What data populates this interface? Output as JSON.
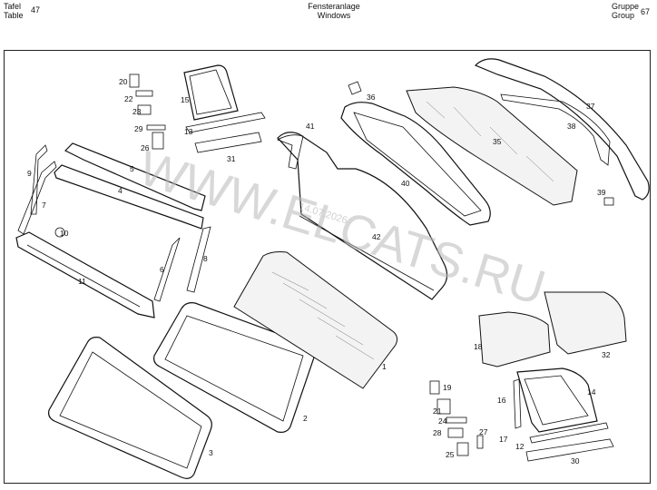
{
  "header": {
    "left_line1": "Tafel",
    "left_line2": "Table",
    "table_number": "47",
    "title_de": "Fensteranlage",
    "title_en": "Windows",
    "right_line1": "Gruppe",
    "right_line2": "Group",
    "group_number": "67"
  },
  "watermark": {
    "text": "WWW.ELCATS.RU",
    "date": "14.07.2026"
  },
  "parts": {
    "p1": "1",
    "p2": "2",
    "p3": "3",
    "p4": "4",
    "p5": "5",
    "p6": "6",
    "p7": "7",
    "p8": "8",
    "p9": "9",
    "p10": "10",
    "p11": "11",
    "p12": "12",
    "p13": "13",
    "p14": "14",
    "p15": "15",
    "p16": "16",
    "p17": "17",
    "p18": "18",
    "p19": "19",
    "p20": "20",
    "p21": "21",
    "p22": "22",
    "p23": "23",
    "p24": "24",
    "p25": "25",
    "p26": "26",
    "p27": "27",
    "p28": "28",
    "p29": "29",
    "p30": "30",
    "p31": "31",
    "p32": "32",
    "p35": "35",
    "p36": "36",
    "p37": "37",
    "p38": "38",
    "p39": "39",
    "p40": "40",
    "p41": "41",
    "p42": "42"
  }
}
